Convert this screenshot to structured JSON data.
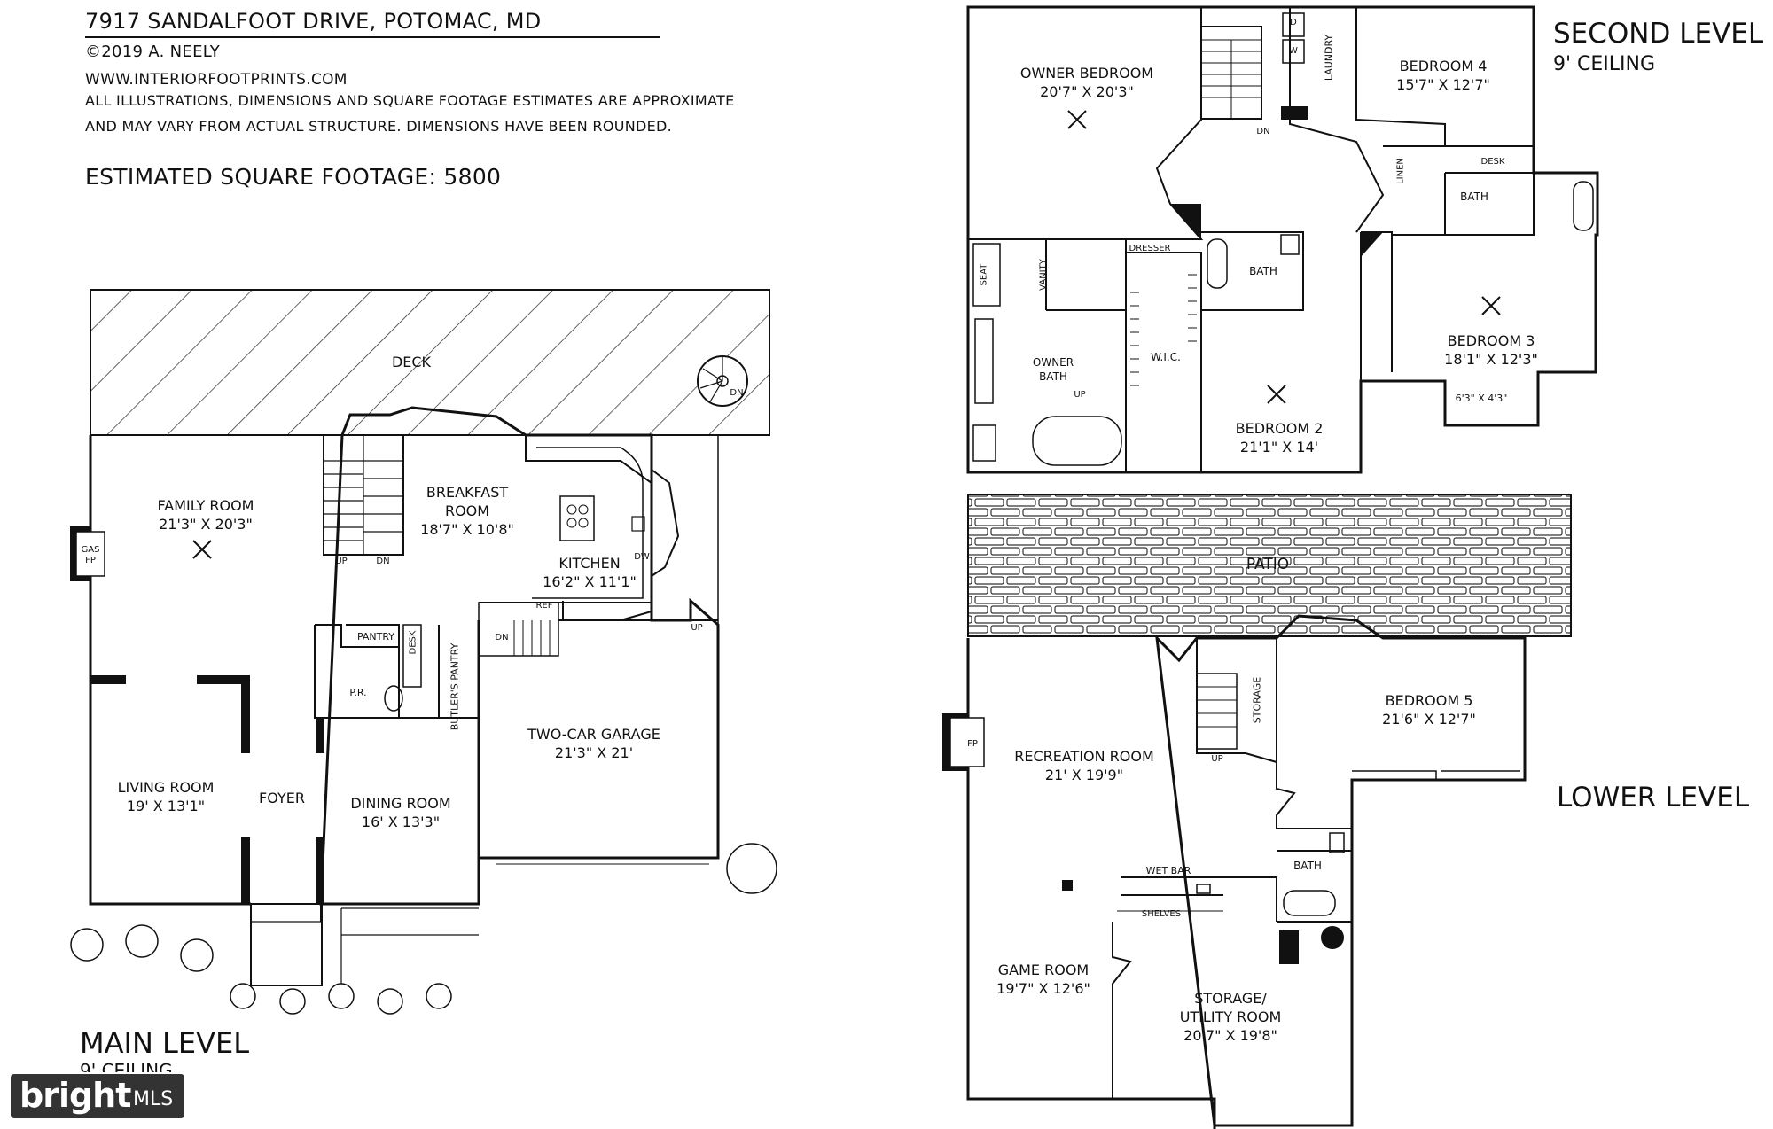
{
  "header": {
    "address": "7917 SANDALFOOT DRIVE, POTOMAC, MD",
    "copyright": "©2019 A. NEELY",
    "website": "WWW.INTERIORFOOTPRINTS.COM",
    "disclaimer_line1": "ALL ILLUSTRATIONS, DIMENSIONS AND SQUARE FOOTAGE ESTIMATES ARE APPROXIMATE",
    "disclaimer_line2": "AND MAY VARY FROM ACTUAL STRUCTURE. DIMENSIONS HAVE BEEN ROUNDED.",
    "sqft": "ESTIMATED SQUARE FOOTAGE: 5800"
  },
  "levels": {
    "main": {
      "title": "MAIN LEVEL",
      "ceiling": "9' CEILING"
    },
    "second": {
      "title": "SECOND LEVEL",
      "ceiling": "9' CEILING"
    },
    "lower": {
      "title": "LOWER LEVEL"
    }
  },
  "main_level": {
    "deck": "DECK",
    "family_room": {
      "name": "FAMILY ROOM",
      "dims": "21'3\" X 20'3\""
    },
    "breakfast_room": {
      "name1": "BREAKFAST",
      "name2": "ROOM",
      "dims": "18'7\" X 10'8\""
    },
    "kitchen": {
      "name": "KITCHEN",
      "dims": "16'2\" X 11'1\""
    },
    "living_room": {
      "name": "LIVING ROOM",
      "dims": "19' X 13'1\""
    },
    "foyer": "FOYER",
    "dining_room": {
      "name": "DINING ROOM",
      "dims": "16' X 13'3\""
    },
    "garage": {
      "name": "TWO-CAR GARAGE",
      "dims": "21'3\" X 21'"
    },
    "pantry": "PANTRY",
    "powder_room": "P.R.",
    "butlers_pantry": "BUTLER'S PANTRY",
    "desk": "DESK",
    "ref": "REF",
    "dw": "DW",
    "gas_fp_1": "GAS",
    "gas_fp_2": "FP",
    "up": "UP",
    "dn": "DN"
  },
  "second_level": {
    "owner_bedroom": {
      "name": "OWNER BEDROOM",
      "dims": "20'7\" X 20'3\""
    },
    "bedroom4": {
      "name": "BEDROOM 4",
      "dims": "15'7\" X 12'7\""
    },
    "bedroom3": {
      "name": "BEDROOM 3",
      "dims": "18'1\" X 12'3\""
    },
    "bedroom3_nook": "6'3\" X 4'3\"",
    "bedroom2": {
      "name": "BEDROOM 2",
      "dims": "21'1\" X 14'"
    },
    "owner_bath_1": "OWNER",
    "owner_bath_2": "BATH",
    "wic": "W.I.C.",
    "bath": "BATH",
    "laundry": "LAUNDRY",
    "linen": "LINEN",
    "dresser": "DRESSER",
    "desk": "DESK",
    "seat": "SEAT",
    "vanity": "VANITY",
    "d": "D",
    "w": "W",
    "up": "UP",
    "dn": "DN"
  },
  "lower_level": {
    "patio": "PATIO",
    "recreation_room": {
      "name": "RECREATION ROOM",
      "dims": "21' X 19'9\""
    },
    "bedroom5": {
      "name": "BEDROOM 5",
      "dims": "21'6\" X 12'7\""
    },
    "game_room": {
      "name": "GAME ROOM",
      "dims": "19'7\" X 12'6\""
    },
    "storage_utility": {
      "name1": "STORAGE/",
      "name2": "UTILITY ROOM",
      "dims": "20'7\" X 19'8\""
    },
    "storage": "STORAGE",
    "bath": "BATH",
    "wet_bar": "WET BAR",
    "shelves": "SHELVES",
    "fp": "FP",
    "up": "UP"
  },
  "logo": {
    "brand": "bright",
    "mls": "MLS"
  }
}
